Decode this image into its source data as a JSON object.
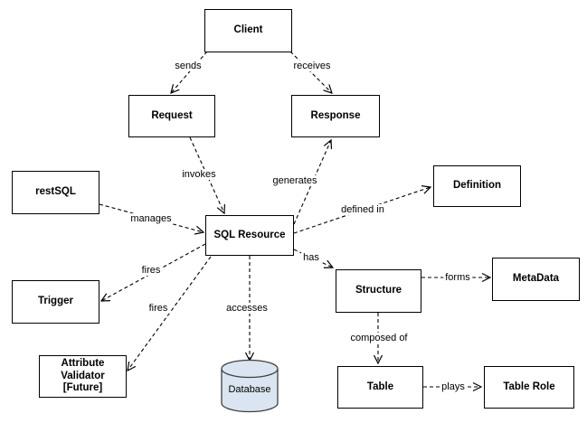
{
  "diagram": {
    "nodes": {
      "client": {
        "label": "Client"
      },
      "request": {
        "label": "Request"
      },
      "response": {
        "label": "Response"
      },
      "restsql": {
        "label": "restSQL"
      },
      "sql_resource": {
        "label": "SQL Resource"
      },
      "definition": {
        "label": "Definition"
      },
      "trigger": {
        "label": "Trigger"
      },
      "structure": {
        "label": "Structure"
      },
      "metadata": {
        "label": "MetaData"
      },
      "attribute_validator": {
        "label": "Attribute\nValidator\n[Future]"
      },
      "database": {
        "label": "Database"
      },
      "table": {
        "label": "Table"
      },
      "table_role": {
        "label": "Table Role"
      }
    },
    "edges": {
      "sends": {
        "label": "sends",
        "from": "Client",
        "to": "Request"
      },
      "receives": {
        "label": "receives",
        "from": "Client",
        "to": "Response"
      },
      "invokes": {
        "label": "invokes",
        "from": "Request",
        "to": "SQL Resource"
      },
      "generates": {
        "label": "generates",
        "from": "SQL Resource",
        "to": "Response"
      },
      "manages": {
        "label": "manages",
        "from": "restSQL",
        "to": "SQL Resource"
      },
      "defined_in": {
        "label": "defined in",
        "from": "SQL Resource",
        "to": "Definition"
      },
      "has": {
        "label": "has",
        "from": "SQL Resource",
        "to": "Structure"
      },
      "fires_trigger": {
        "label": "fires",
        "from": "SQL Resource",
        "to": "Trigger"
      },
      "fires_validator": {
        "label": "fires",
        "from": "SQL Resource",
        "to": "Attribute Validator [Future]"
      },
      "accesses": {
        "label": "accesses",
        "from": "SQL Resource",
        "to": "Database"
      },
      "forms": {
        "label": "forms",
        "from": "Structure",
        "to": "MetaData"
      },
      "composed_of": {
        "label": "composed of",
        "from": "Structure",
        "to": "Table"
      },
      "plays": {
        "label": "plays",
        "from": "Table",
        "to": "Table Role"
      }
    },
    "colors": {
      "background": "#ffffff",
      "line": "#000000",
      "box_border": "#000000",
      "box_fill": "#ffffff",
      "database_fill": "#dbe5f1",
      "database_stroke": "#3f3f3f"
    }
  }
}
